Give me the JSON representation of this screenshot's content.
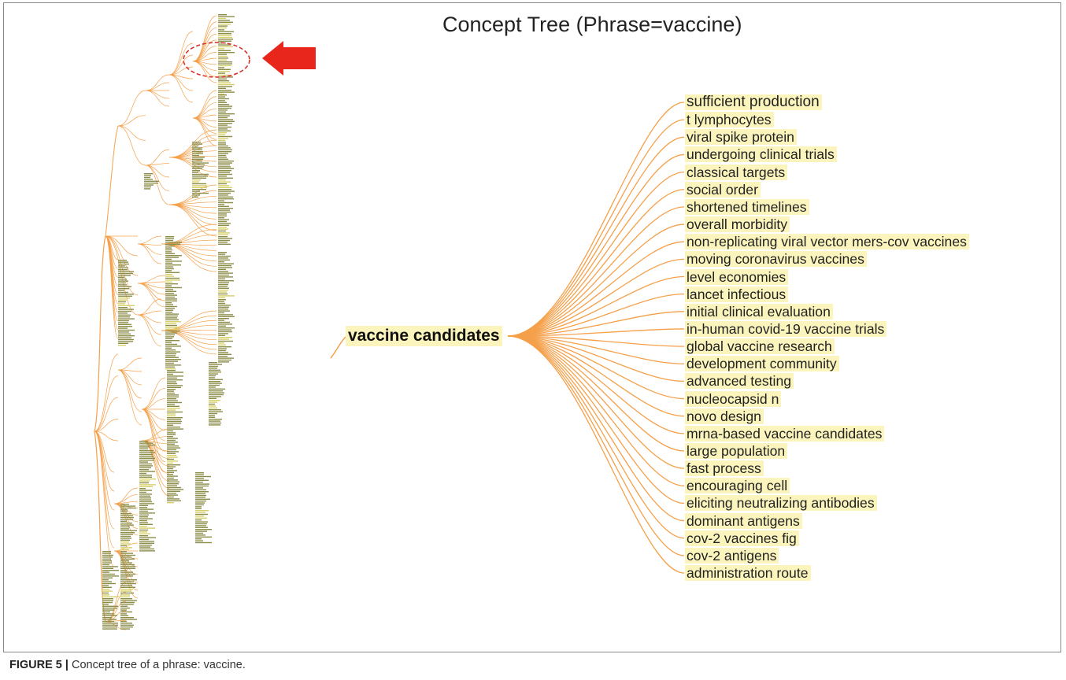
{
  "title": "Concept Tree (Phrase=vaccine)",
  "root": "vaccine candidates",
  "leaves": [
    "sufficient production",
    "t lymphocytes",
    "viral spike protein",
    "undergoing clinical trials",
    "classical targets",
    "social order",
    "shortened timelines",
    "overall morbidity",
    "non-replicating viral vector mers-cov vaccines",
    "moving coronavirus vaccines",
    "level economies",
    "lancet infectious",
    "initial clinical evaluation",
    "in-human covid-19 vaccine trials",
    "global vaccine research",
    "development community",
    "advanced testing",
    "nucleocapsid n",
    "novo design",
    "mrna-based vaccine candidates",
    "large population",
    "fast process",
    "encouraging cell",
    "eliciting neutralizing antibodies",
    "dominant antigens",
    "cov-2 vaccines fig",
    "cov-2 antigens",
    "administration route"
  ],
  "caption": {
    "label": "FIGURE 5 |",
    "text": " Concept tree of a phrase: vaccine."
  },
  "colors": {
    "edge": "#f5a04a",
    "highlight": "#fbf5bd",
    "arrow": "#e8261c",
    "marker": "#d9302a"
  },
  "icons": {
    "pointer": "red-arrow-icon",
    "focus": "dashed-ellipse-icon"
  }
}
